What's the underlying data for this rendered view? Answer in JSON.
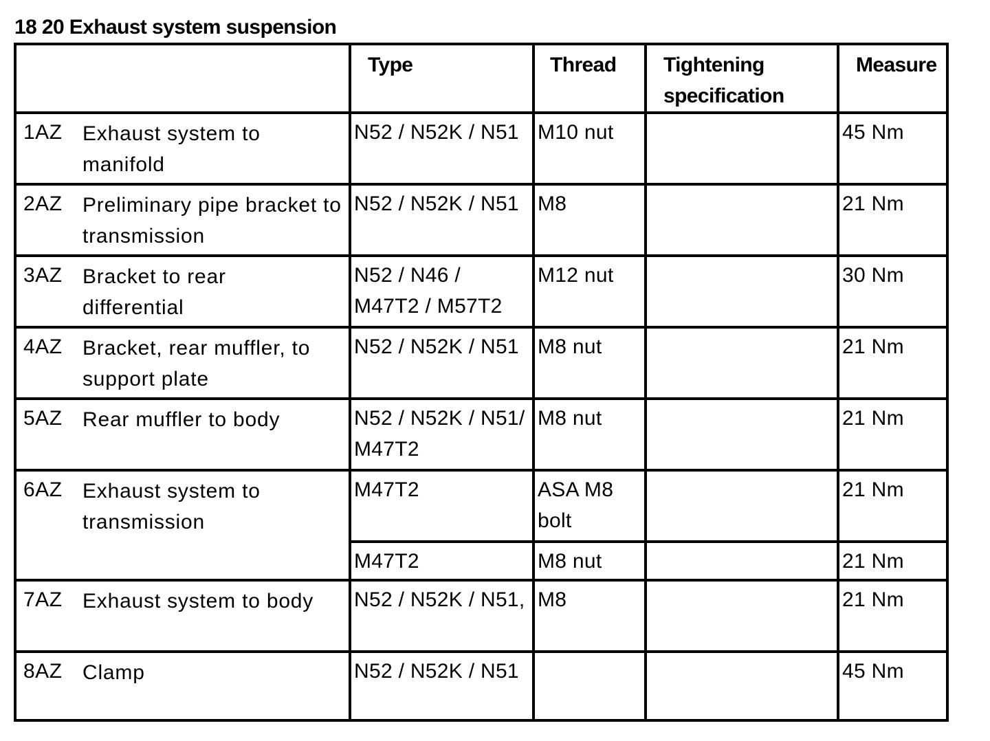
{
  "document": {
    "title": "18 20 Exhaust system suspension"
  },
  "table": {
    "headers": {
      "item": "",
      "type": "Type",
      "thread": "Thread",
      "tightening": "Tightening specification",
      "measure": "Measure"
    },
    "rows": [
      {
        "code": "1AZ",
        "desc": "Exhaust system to manifold",
        "type": "N52 / N52K / N51",
        "thread": "M10 nut",
        "tightening": "",
        "measure": "45 Nm"
      },
      {
        "code": "2AZ",
        "desc": "Preliminary pipe bracket to transmission",
        "type": "N52 / N52K / N51",
        "thread": "M8",
        "tightening": "",
        "measure": "21 Nm"
      },
      {
        "code": "3AZ",
        "desc": "Bracket to rear differential",
        "type": "N52 / N46 / M47T2 / M57T2",
        "thread": "M12 nut",
        "tightening": "",
        "measure": "30 Nm"
      },
      {
        "code": "4AZ",
        "desc": "Bracket, rear muffler, to support plate",
        "type": "N52 / N52K / N51",
        "thread": "M8 nut",
        "tightening": "",
        "measure": "21 Nm"
      },
      {
        "code": "5AZ",
        "desc": "Rear muffler to body",
        "type": "N52 / N52K / N51/ M47T2",
        "thread": "M8 nut",
        "tightening": "",
        "measure": "21 Nm"
      },
      {
        "code": "6AZ",
        "desc": "Exhaust system to transmission",
        "type": "M47T2",
        "thread": "ASA M8 bolt",
        "tightening": "",
        "measure": "21 Nm",
        "sub": {
          "type": "M47T2",
          "thread": "M8 nut",
          "tightening": "",
          "measure": "21 Nm"
        }
      },
      {
        "code": "7AZ",
        "desc": "Exhaust system to body",
        "type": "N52 / N52K / N51,",
        "thread": "M8",
        "tightening": "",
        "measure": "21 Nm"
      },
      {
        "code": "8AZ",
        "desc": "Clamp",
        "type": "N52 / N52K / N51",
        "thread": "",
        "tightening": "",
        "measure": "45 Nm"
      }
    ]
  }
}
